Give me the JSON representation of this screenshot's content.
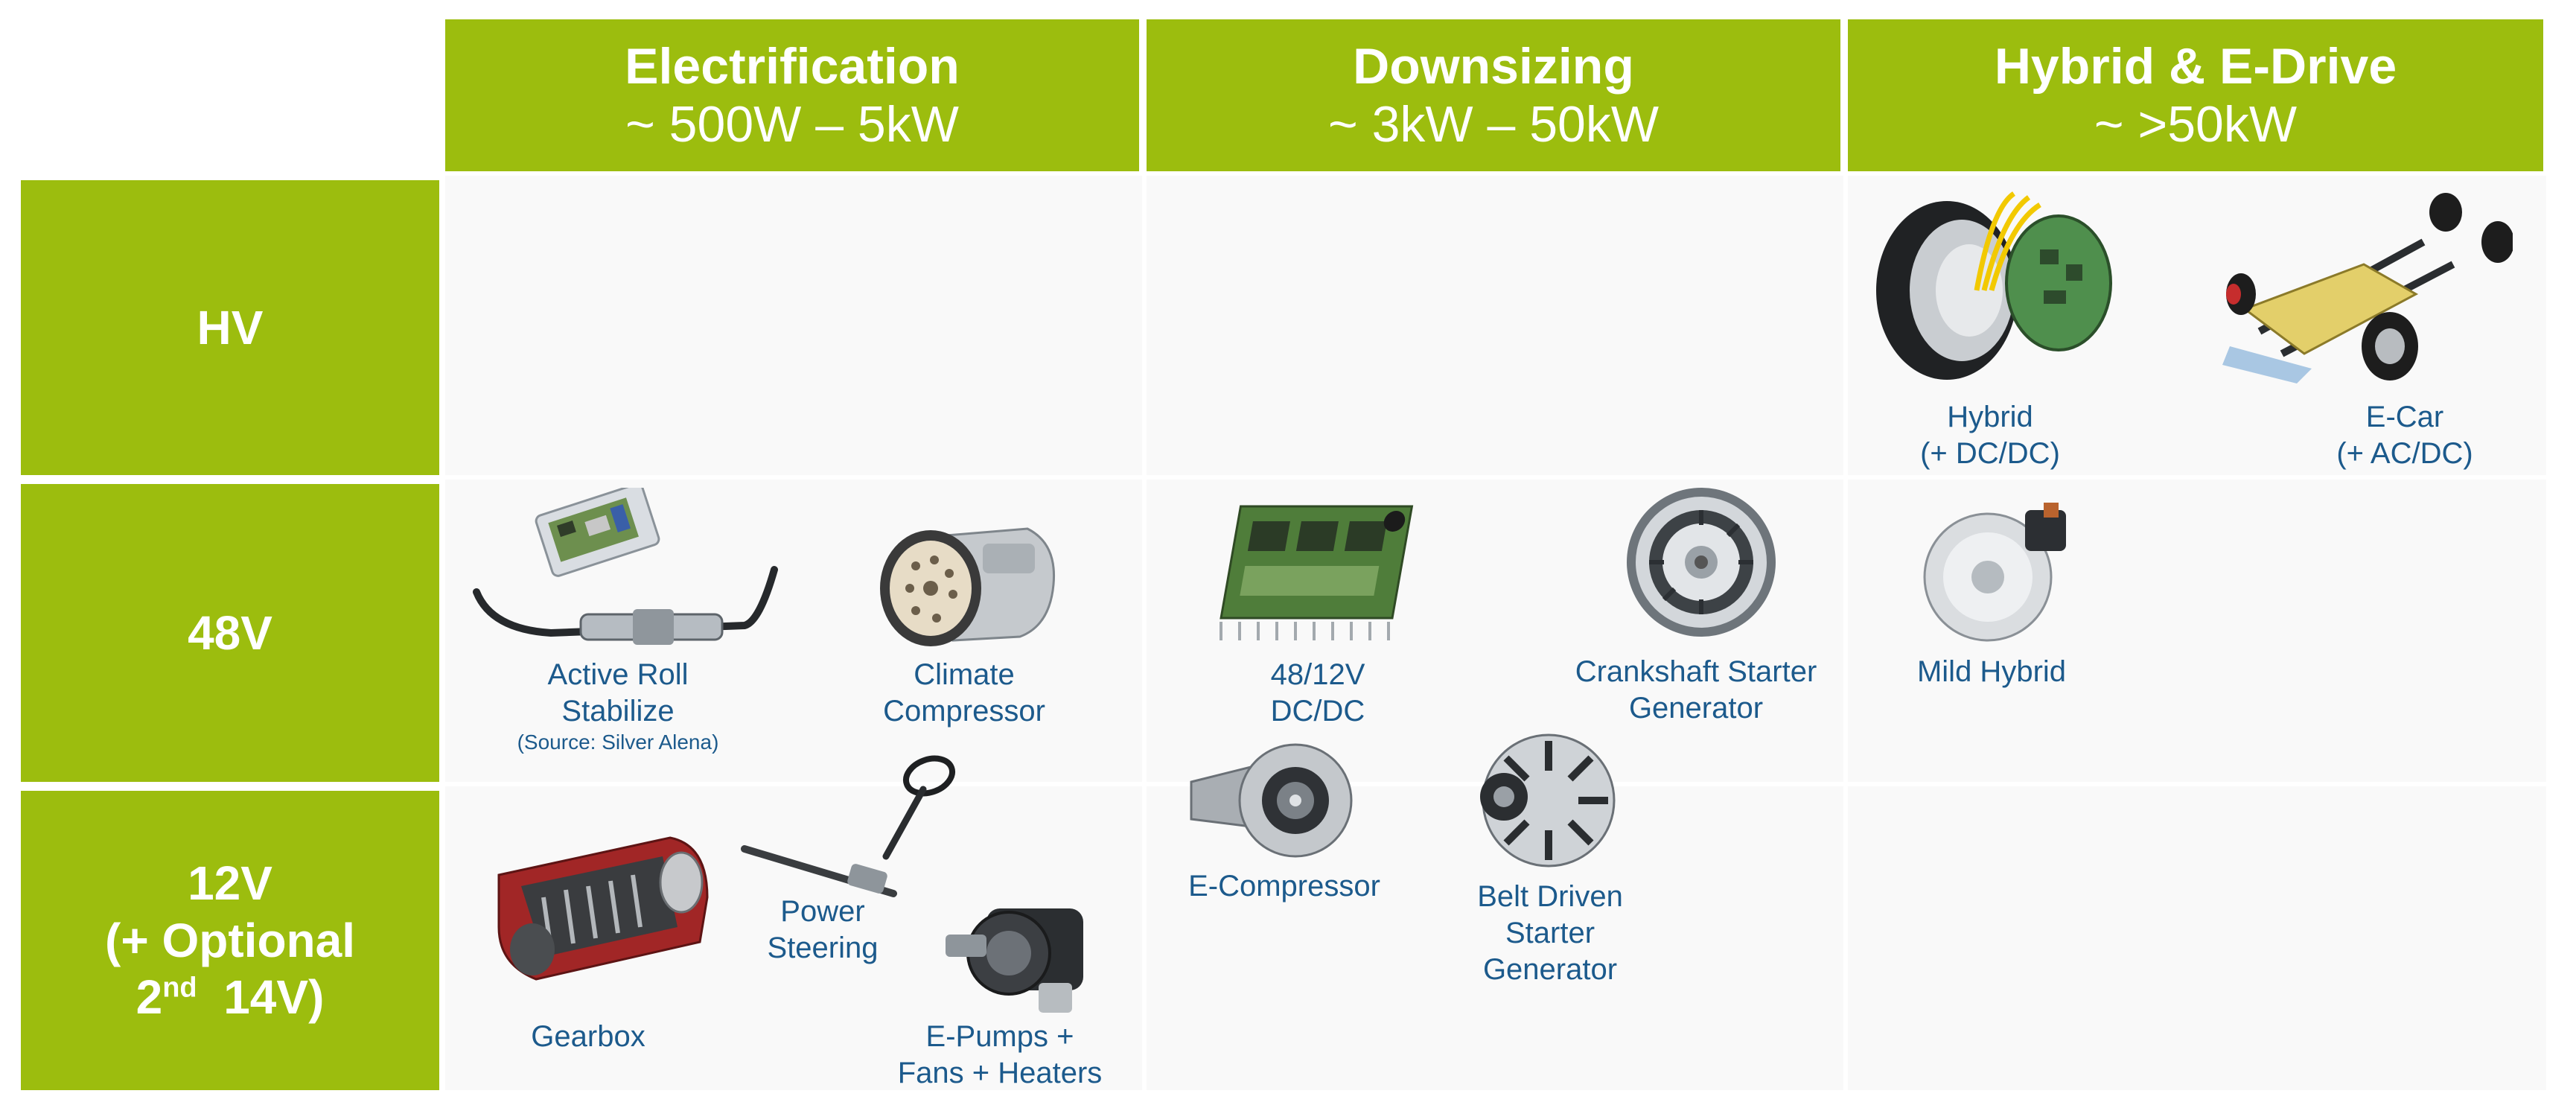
{
  "columns": [
    {
      "title": "Electrification",
      "range": "~ 500W – 5kW"
    },
    {
      "title": "Downsizing",
      "range": "~ 3kW – 50kW"
    },
    {
      "title": "Hybrid & E-Drive",
      "range": "~ >50kW"
    }
  ],
  "rows": {
    "hv": "HV",
    "v48": "48V",
    "v12": {
      "line1": "12V",
      "line2": "(+ Optional",
      "ord_num": "2",
      "ord_sup": "nd",
      "ord_rest": "14V)"
    }
  },
  "components": {
    "active_roll": {
      "line1": "Active Roll",
      "line2": "Stabilize",
      "source": "(Source: Silver Alena)"
    },
    "climate": {
      "line1": "Climate",
      "line2": "Compressor"
    },
    "dcdc": {
      "line1": "48/12V",
      "line2": "DC/DC"
    },
    "crankshaft": {
      "line1": "Crankshaft Starter",
      "line2": "Generator"
    },
    "mild_hybrid": {
      "line1": "Mild Hybrid"
    },
    "hybrid": {
      "line1": "Hybrid",
      "line2": "(+ DC/DC)"
    },
    "ecar": {
      "line1": "E-Car",
      "line2": "(+ AC/DC)"
    },
    "gearbox": {
      "line1": "Gearbox"
    },
    "power_steering": {
      "line1": "Power",
      "line2": "Steering"
    },
    "epumps": {
      "line1": "E-Pumps +",
      "line2": "Fans + Heaters"
    },
    "ecompressor": {
      "line1": "E-Compressor"
    },
    "belt_driven": {
      "line1": "Belt Driven",
      "line2": "Starter",
      "line3": "Generator"
    }
  },
  "colors": {
    "header_green": "#9cbd0e",
    "label_blue": "#1c5a8c",
    "cell_bg": "#f9f9f9"
  }
}
